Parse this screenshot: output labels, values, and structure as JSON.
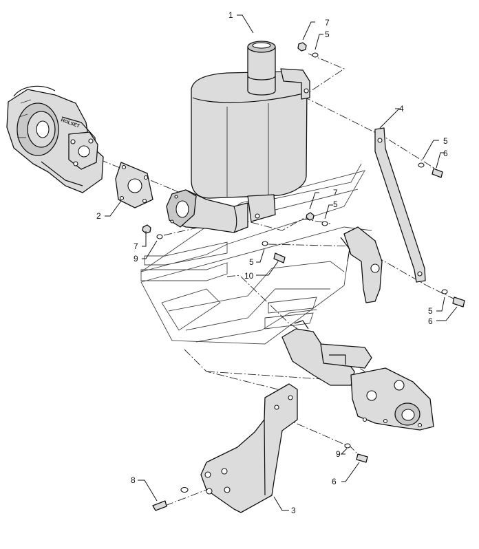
{
  "diagram": {
    "engine_label": "HOLSET",
    "callouts": {
      "c1": "1",
      "c2": "2",
      "c3": "3",
      "c4": "4",
      "c5a": "5",
      "c5b": "5",
      "c5c": "5",
      "c5d": "5",
      "c5e": "5",
      "c6a": "6",
      "c6b": "6",
      "c6c": "6",
      "c7a": "7",
      "c7b": "7",
      "c7c": "7",
      "c8": "8",
      "c9a": "9",
      "c9b": "9",
      "c10": "10"
    }
  }
}
